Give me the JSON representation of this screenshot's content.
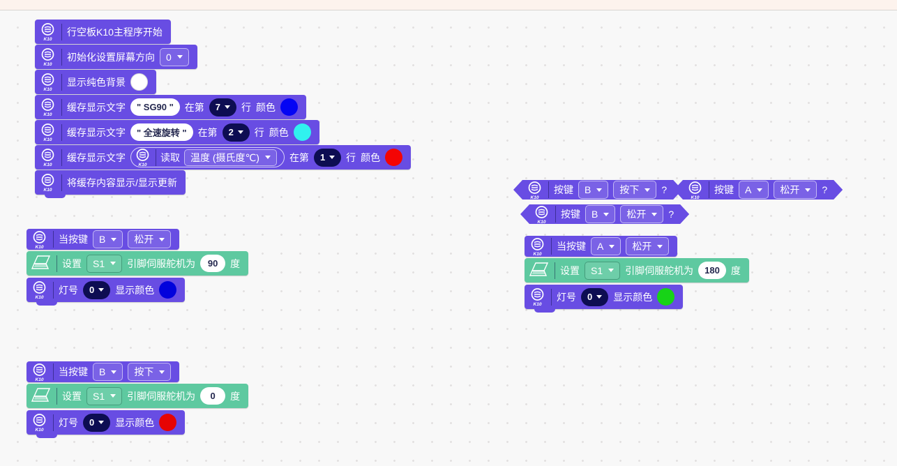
{
  "colors": {
    "purple": "#684de3",
    "green": "#5ec9a0",
    "navy": "#0d0d52",
    "topbar": "#fdf3ed",
    "swatch_white": "#ffffff",
    "swatch_blue": "#0404f4",
    "swatch_cyan": "#30f1ef",
    "swatch_red": "#f40404",
    "led_blue": "#0202dc",
    "led_red": "#e60404",
    "led_green": "#17d317"
  },
  "main_stack": {
    "start": "行空板K10主程序开始",
    "screen": {
      "label": "初始化设置屏幕方向",
      "value": "0"
    },
    "bg": {
      "label": "显示纯色背景"
    },
    "cache_sg90": {
      "label": "缓存显示文字",
      "text": "\" SG90 \"",
      "at": "在第",
      "line": "7",
      "row": "行",
      "color": "颜色"
    },
    "cache_speed": {
      "label": "缓存显示文字",
      "text": "\" 全速旋转 \"",
      "at": "在第",
      "line": "2",
      "row": "行",
      "color": "颜色"
    },
    "cache_temp": {
      "label": "缓存显示文字",
      "read": "读取",
      "option": "温度 (摄氏度℃)",
      "at": "在第",
      "line": "1",
      "row": "行",
      "color": "颜色"
    },
    "update": "将缓存内容显示/显示更新"
  },
  "event_b_release": {
    "when": "当按键",
    "key": "B",
    "state": "松开",
    "servo": {
      "set": "设置",
      "pin": "S1",
      "label": "引脚伺服舵机为",
      "angle": "90",
      "unit": "度"
    },
    "led": {
      "label": "灯号",
      "index": "0",
      "show": "显示颜色"
    }
  },
  "event_b_press": {
    "when": "当按键",
    "key": "B",
    "state": "按下",
    "servo": {
      "set": "设置",
      "pin": "S1",
      "label": "引脚伺服舵机为",
      "angle": "0",
      "unit": "度"
    },
    "led": {
      "label": "灯号",
      "index": "0",
      "show": "显示颜色"
    }
  },
  "event_a_release": {
    "when": "当按键",
    "key": "A",
    "state": "松开",
    "servo": {
      "set": "设置",
      "pin": "S1",
      "label": "引脚伺服舵机为",
      "angle": "180",
      "unit": "度"
    },
    "led": {
      "label": "灯号",
      "index": "0",
      "show": "显示颜色"
    }
  },
  "bool_blocks": [
    {
      "label": "按键",
      "key": "B",
      "state": "按下",
      "q": "?"
    },
    {
      "label": "按键",
      "key": "A",
      "state": "松开",
      "q": "?"
    },
    {
      "label": "按键",
      "key": "B",
      "state": "松开",
      "q": "?"
    }
  ]
}
